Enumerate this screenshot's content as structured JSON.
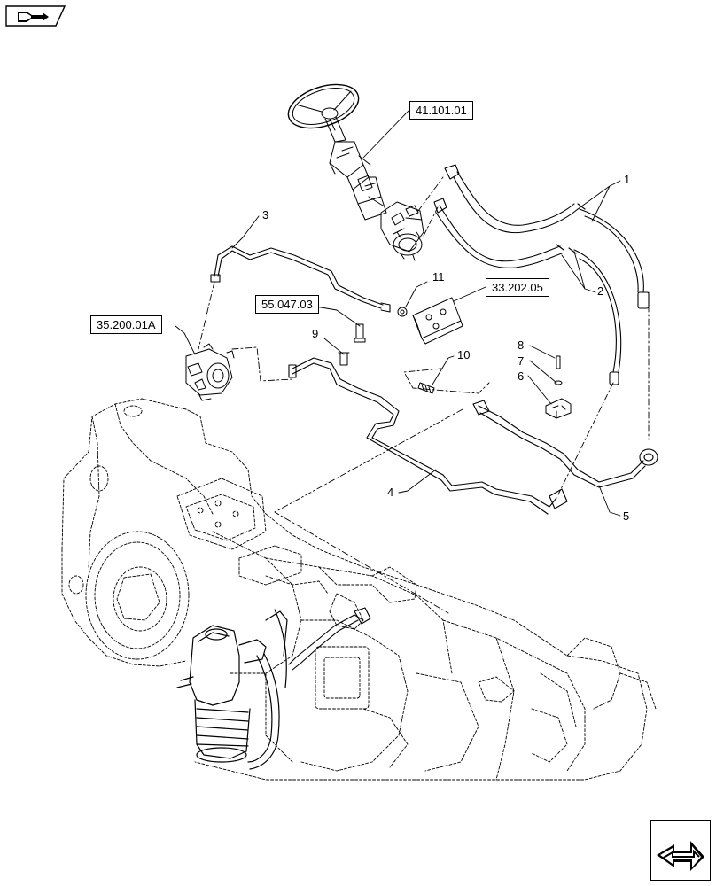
{
  "corner_icon": "book-arrow-icon",
  "nav_icon": "next-page-arrow-icon",
  "references": {
    "steering": "41.101.01",
    "bracket": "33.202.05",
    "sensor": "55.047.03",
    "pump": "35.200.01A"
  },
  "callouts": {
    "c1": "1",
    "c2": "2",
    "c3": "3",
    "c4": "4",
    "c5": "5",
    "c6": "6",
    "c7": "7",
    "c8": "8",
    "c9": "9",
    "c10": "10",
    "c11": "11"
  }
}
